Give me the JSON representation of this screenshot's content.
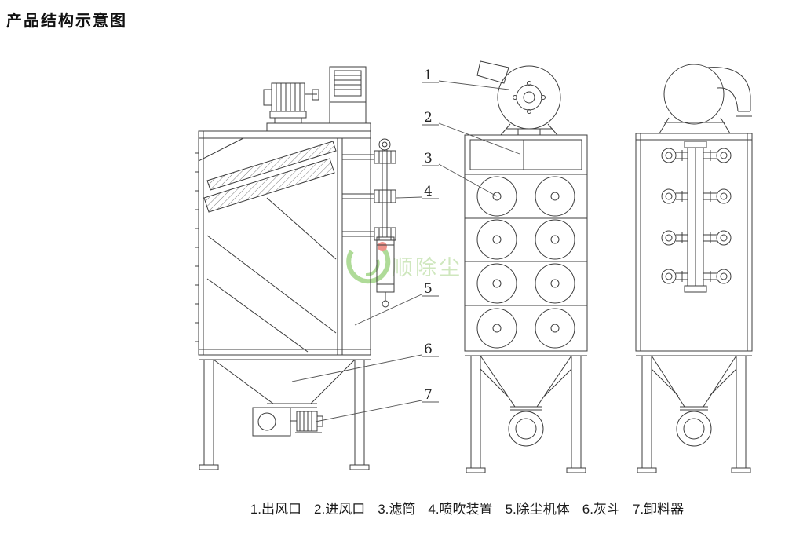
{
  "page": {
    "title": "产品结构示意图",
    "background_color": "#ffffff",
    "line_color": "#3c3c3c"
  },
  "callouts": {
    "c1": "1",
    "c2": "2",
    "c3": "3",
    "c4": "4",
    "c5": "5",
    "c6": "6",
    "c7": "7"
  },
  "legend": {
    "items": [
      {
        "text": "1.出风口"
      },
      {
        "text": "2.进风口"
      },
      {
        "text": "3.滤筒"
      },
      {
        "text": "4.喷吹装置"
      },
      {
        "text": "5.除尘机体"
      },
      {
        "text": "6.灰斗"
      },
      {
        "text": "7.卸料器"
      }
    ]
  },
  "watermark": {
    "text": "顺除尘",
    "text_color": "#a8d58a",
    "logo_green": "#6fbe45",
    "logo_red": "#e23b2e"
  }
}
